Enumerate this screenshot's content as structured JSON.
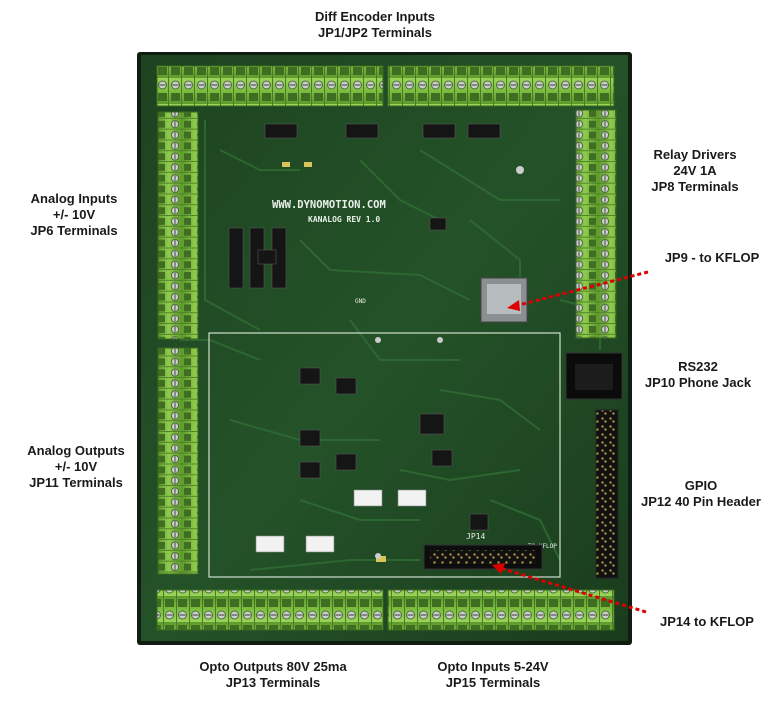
{
  "labels": {
    "diff_encoder": [
      "Diff Encoder Inputs",
      "JP1/JP2 Terminals"
    ],
    "relay_drivers": [
      "Relay Drivers",
      "24V 1A",
      "JP8 Terminals"
    ],
    "analog_inputs": [
      "Analog Inputs",
      "+/- 10V",
      "JP6 Terminals"
    ],
    "jp9": "JP9 - to KFLOP",
    "rs232": [
      "RS232",
      "JP10 Phone Jack"
    ],
    "analog_outputs": [
      "Analog Outputs",
      "+/- 10V",
      "JP11 Terminals"
    ],
    "gpio": [
      "GPIO",
      "JP12 40 Pin Header"
    ],
    "jp14": "JP14 to KFLOP",
    "opto_outputs": [
      "Opto Outputs 80V 25ma",
      "JP13 Terminals"
    ],
    "opto_inputs": [
      "Opto Inputs 5-24V",
      "JP15 Terminals"
    ]
  },
  "board_silk": {
    "url": "WWW.DYNOMOTION.COM",
    "model": "KANALOG REV 1.0",
    "jp14": "JP14",
    "to_kflop": "TO KFLOP",
    "gnd": "GND"
  },
  "colors": {
    "pcb": "#1f4a22",
    "terminal": "#7fc043",
    "arrow": "#dd0000"
  }
}
